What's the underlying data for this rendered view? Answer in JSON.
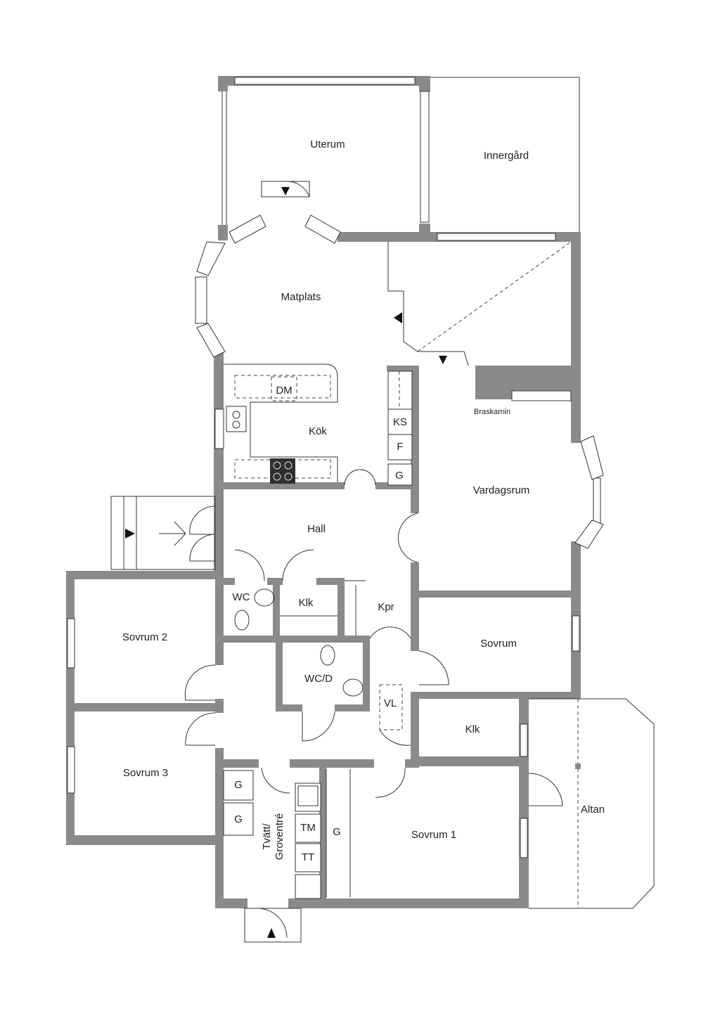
{
  "rooms": {
    "uterum": "Uterum",
    "innergard": "Innergård",
    "matplats": "Matplats",
    "kok": "Kök",
    "dm": "DM",
    "ks": "KS",
    "f": "F",
    "g_kitchen": "G",
    "braskamin": "Braskamin",
    "vardagsrum": "Vardagsrum",
    "hall": "Hall",
    "wc": "WC",
    "klk_hall": "Klk",
    "kpr": "Kpr",
    "sovrum": "Sovrum",
    "sovrum2": "Sovrum 2",
    "wcd": "WC/D",
    "vl": "VL",
    "klk_lower": "Klk",
    "sovrum3": "Sovrum 3",
    "altan": "Altan",
    "g_laundry1": "G",
    "g_laundry2": "G",
    "tvatt_line1": "Tvätt/",
    "tvatt_line2": "Groventré",
    "tm": "TM",
    "tt": "TT",
    "g_sovrum1": "G",
    "sovrum1": "Sovrum 1"
  },
  "colors": {
    "wall": "#8a8a8a",
    "line": "#333333",
    "background": "#ffffff"
  }
}
